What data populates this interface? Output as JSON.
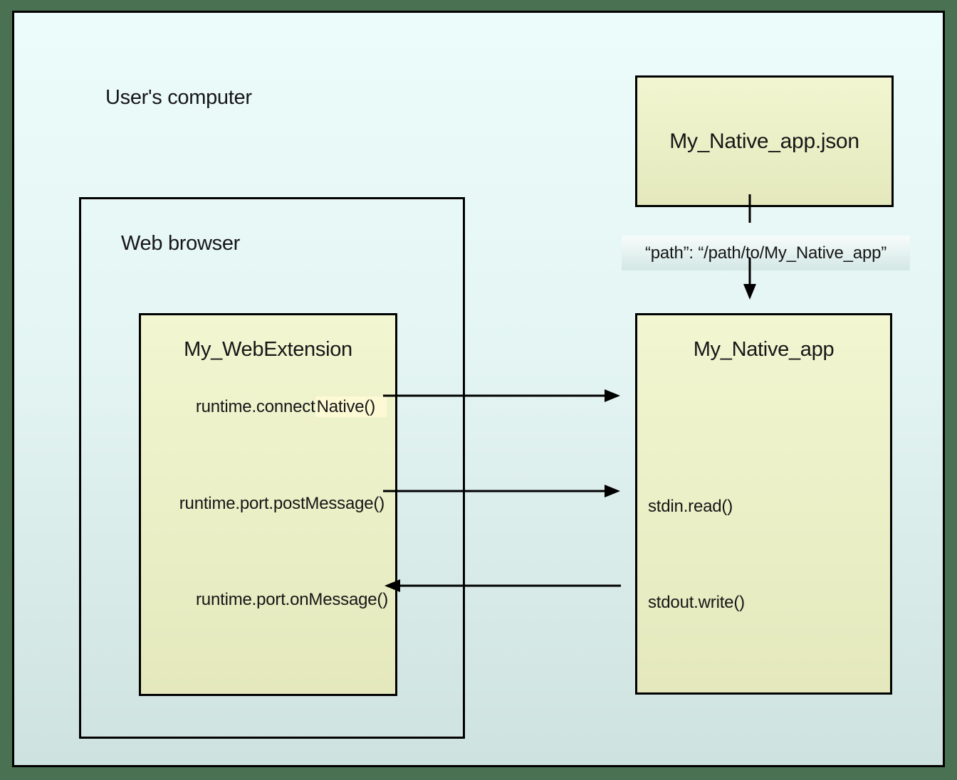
{
  "diagram": {
    "computer_label": "User's computer",
    "browser_label": "Web browser",
    "extension": {
      "title": "My_WebExtension",
      "connect_native_prefix": "runtime.connect",
      "connect_native_highlighted": "Native()",
      "post_message": "runtime.port.postMessage()",
      "on_message": "runtime.port.onMessage()"
    },
    "native_app": {
      "title": "My_Native_app",
      "stdin_read": "stdin.read()",
      "stdout_write": "stdout.write()"
    },
    "manifest": {
      "title": "My_Native_app.json",
      "path_entry": "“path”: “/path/to/My_Native_app”"
    },
    "arrows": [
      {
        "name": "manifest-to-native-app",
        "direction": "down"
      },
      {
        "name": "connect-native-to-native-app",
        "direction": "right"
      },
      {
        "name": "post-message-to-stdin-read",
        "direction": "right"
      },
      {
        "name": "stdout-write-to-on-message",
        "direction": "left"
      }
    ],
    "colors": {
      "frame_green": "#4A7151",
      "canvas_top": "#ECFCFB",
      "canvas_bottom": "#CEE2DF",
      "box_yellow_top": "#F2F6D1",
      "box_yellow_bottom": "#E4E8BC",
      "selection_highlight": "#FCF9D4",
      "path_band_top": "#F7FCFB",
      "path_band_bottom": "#D3E7E4",
      "connector": "#000000"
    }
  }
}
